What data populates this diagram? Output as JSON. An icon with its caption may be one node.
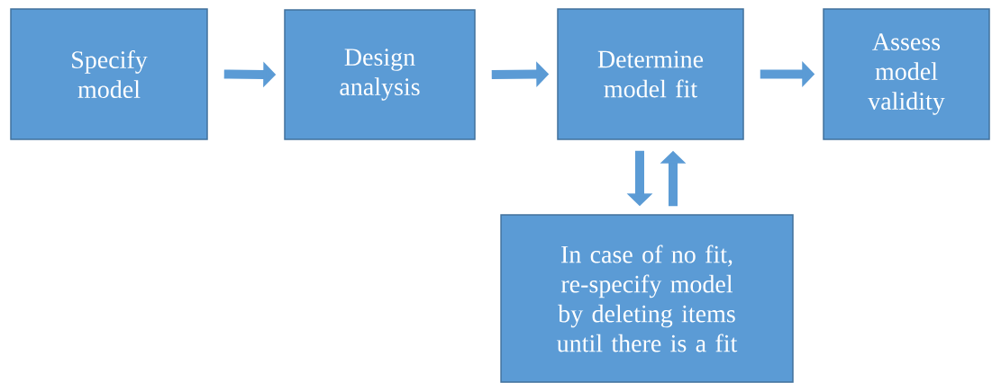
{
  "diagram": {
    "nodes": [
      {
        "text": [
          "Specify model"
        ]
      },
      {
        "text": [
          "Design analysis"
        ]
      },
      {
        "text": [
          "Determine model fit"
        ]
      },
      {
        "text": [
          "Assess model validity"
        ]
      },
      {
        "text": [
          "In case of no fit, re-specify model by deleting items until there is a fit"
        ]
      }
    ],
    "edges": [
      {
        "from": 0,
        "to": 1,
        "arrow": "to"
      },
      {
        "from": 1,
        "to": 2,
        "arrow": "to"
      },
      {
        "from": 2,
        "to": 3,
        "arrow": "to"
      },
      {
        "from": 2,
        "to": 4,
        "arrow": "to"
      },
      {
        "from": 4,
        "to": 2,
        "arrow": "to"
      }
    ]
  }
}
